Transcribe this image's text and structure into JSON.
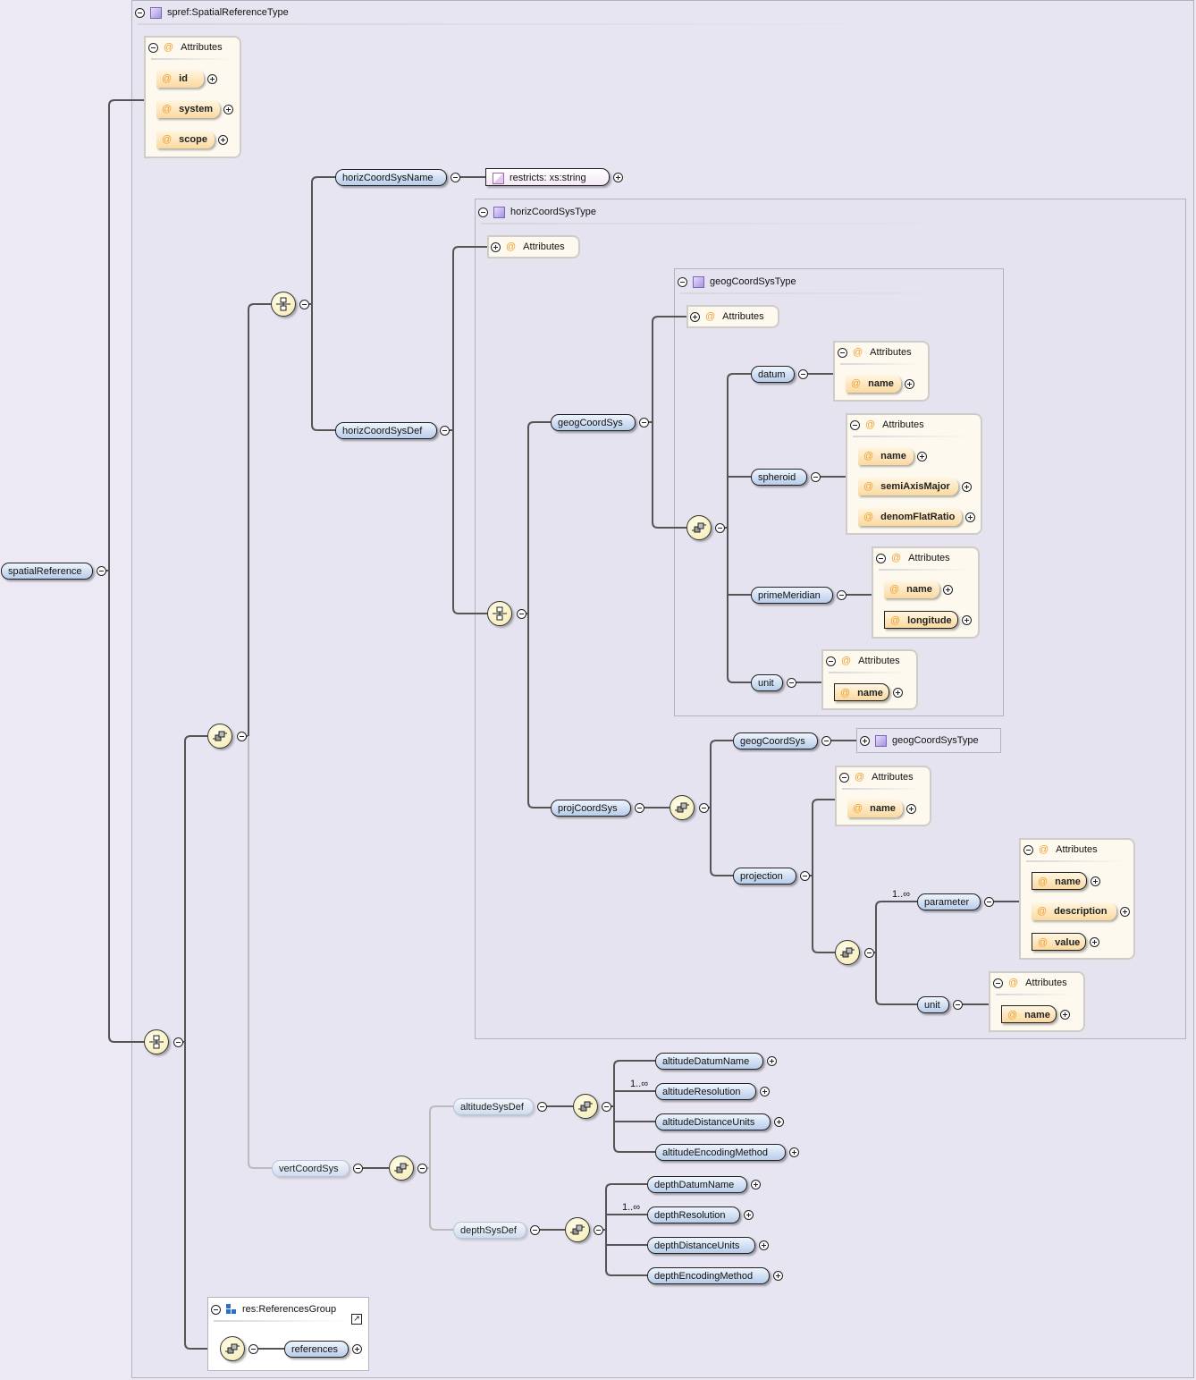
{
  "root": {
    "label": "spatialReference"
  },
  "types": {
    "spatial_reference_type": "spref:SpatialReferenceType",
    "horiz_coord_sys_type": "horizCoordSysType",
    "geog_coord_sys_type": "geogCoordSysType",
    "geog_coord_sys_type_ref": "geogCoordSysType",
    "references_group": "res:ReferencesGroup"
  },
  "attributes_label": "Attributes",
  "attribute_marker": "@",
  "multiplicity": "1..∞",
  "top_attributes": [
    "id",
    "system",
    "scope"
  ],
  "horiz": {
    "name": "horizCoordSysName",
    "restriction": "restricts: xs:string",
    "def": "horizCoordSysDef"
  },
  "geog": {
    "label": "geogCoordSys",
    "datum": {
      "label": "datum",
      "attributes": [
        "name"
      ]
    },
    "spheroid": {
      "label": "spheroid",
      "attributes": [
        "name",
        "semiAxisMajor",
        "denomFlatRatio"
      ]
    },
    "prime_meridian": {
      "label": "primeMeridian",
      "attributes": [
        "name",
        "longitude"
      ]
    },
    "unit": {
      "label": "unit",
      "attributes": [
        "name"
      ]
    }
  },
  "proj": {
    "label": "projCoordSys",
    "geog": "geogCoordSys",
    "projection": {
      "label": "projection",
      "attributes": [
        "name"
      ]
    },
    "parameter": {
      "label": "parameter",
      "attributes": [
        "name",
        "description",
        "value"
      ]
    },
    "unit": {
      "label": "unit",
      "attributes": [
        "name"
      ]
    }
  },
  "vert": {
    "label": "vertCoordSys",
    "altitude": {
      "label": "altitudeSysDef",
      "children": [
        "altitudeDatumName",
        "altitudeResolution",
        "altitudeDistanceUnits",
        "altitudeEncodingMethod"
      ]
    },
    "depth": {
      "label": "depthSysDef",
      "children": [
        "depthDatumName",
        "depthResolution",
        "depthDistanceUnits",
        "depthEncodingMethod"
      ]
    }
  },
  "references": {
    "label": "references"
  },
  "colors": {
    "line": "#555555",
    "line_optional": "#bbbbbb",
    "attribute_marker": "#f0a030",
    "type_icon": "#a792da"
  }
}
